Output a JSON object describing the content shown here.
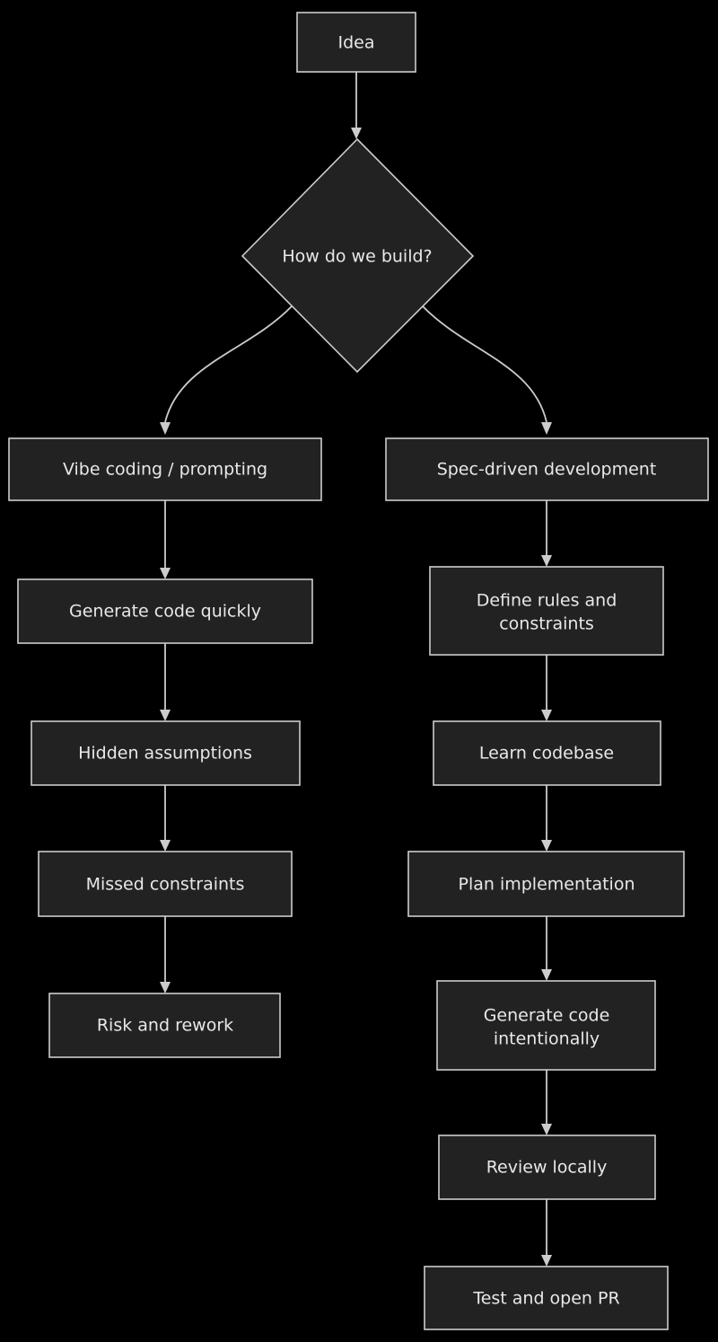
{
  "diagram": {
    "title": "How do we build?",
    "type": "flowchart",
    "background_color": "#000000",
    "node_fill_color": "#222222",
    "node_border_color": "#cccccc",
    "text_color": "#e8e8e8",
    "edge_color": "#cccccc",
    "nodes": {
      "idea": {
        "label": "Idea",
        "shape": "rectangle"
      },
      "decision": {
        "label": "How do we build?",
        "shape": "diamond"
      },
      "vibe": {
        "label": "Vibe coding / prompting",
        "shape": "rectangle"
      },
      "generate_quick": {
        "label": "Generate code quickly",
        "shape": "rectangle"
      },
      "hidden": {
        "label": "Hidden assumptions",
        "shape": "rectangle"
      },
      "missed": {
        "label": "Missed constraints",
        "shape": "rectangle"
      },
      "risk": {
        "label": "Risk and rework",
        "shape": "rectangle"
      },
      "spec": {
        "label": "Spec-driven development",
        "shape": "rectangle"
      },
      "define_rules_line1": {
        "label": "Define rules and",
        "shape": "rectangle"
      },
      "define_rules_line2": {
        "label": "constraints",
        "shape": "rectangle"
      },
      "learn": {
        "label": "Learn codebase",
        "shape": "rectangle"
      },
      "plan": {
        "label": "Plan implementation",
        "shape": "rectangle"
      },
      "generate_intent_line1": {
        "label": "Generate code",
        "shape": "rectangle"
      },
      "generate_intent_line2": {
        "label": "intentionally",
        "shape": "rectangle"
      },
      "review": {
        "label": "Review locally",
        "shape": "rectangle"
      },
      "test": {
        "label": "Test and open PR",
        "shape": "rectangle"
      }
    },
    "branches": {
      "left_branch_name": "Vibe coding / prompting",
      "right_branch_name": "Spec-driven development"
    },
    "edges": [
      {
        "from": "Idea",
        "to": "How do we build?"
      },
      {
        "from": "How do we build?",
        "to": "Vibe coding / prompting"
      },
      {
        "from": "How do we build?",
        "to": "Spec-driven development"
      },
      {
        "from": "Vibe coding / prompting",
        "to": "Generate code quickly"
      },
      {
        "from": "Generate code quickly",
        "to": "Hidden assumptions"
      },
      {
        "from": "Hidden assumptions",
        "to": "Missed constraints"
      },
      {
        "from": "Missed constraints",
        "to": "Risk and rework"
      },
      {
        "from": "Spec-driven development",
        "to": "Define rules and constraints"
      },
      {
        "from": "Define rules and constraints",
        "to": "Learn codebase"
      },
      {
        "from": "Learn codebase",
        "to": "Plan implementation"
      },
      {
        "from": "Plan implementation",
        "to": "Generate code intentionally"
      },
      {
        "from": "Generate code intentionally",
        "to": "Review locally"
      },
      {
        "from": "Review locally",
        "to": "Test and open PR"
      }
    ]
  }
}
